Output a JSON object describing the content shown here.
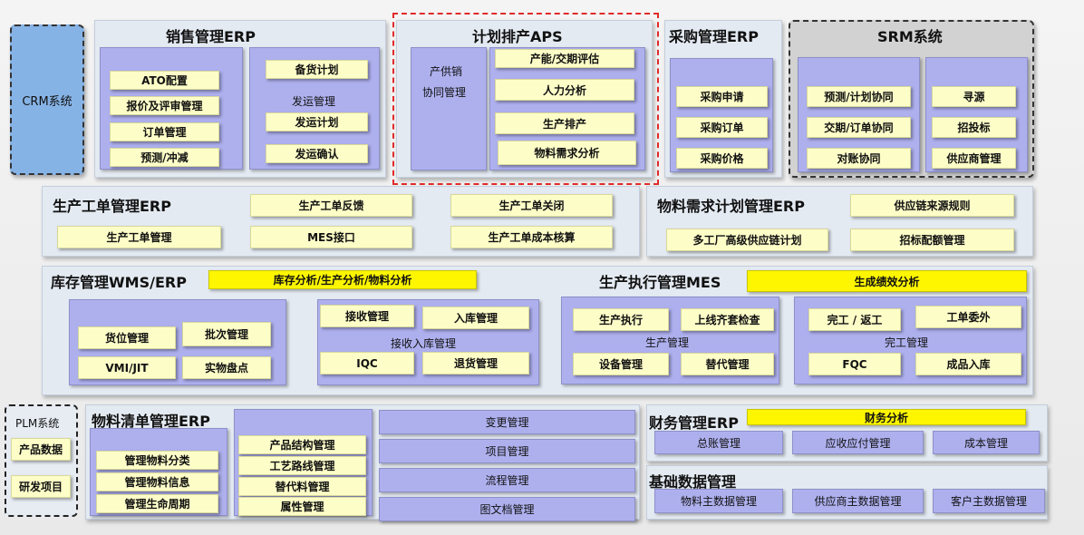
{
  "crm": {
    "label": "CRM系统"
  },
  "sales": {
    "title": "销售管理ERP",
    "items": [
      "ATO配置",
      "报价及评审管理",
      "订单管理",
      "预测/冲减"
    ],
    "ship_title": "发运管理",
    "ship_items": [
      "备货计划",
      "发运计划",
      "发运确认"
    ]
  },
  "aps": {
    "title": "计划排产APS",
    "left_line1": "产供销",
    "left_line2": "协同管理",
    "items": [
      "产能/交期评估",
      "人力分析",
      "生产排产",
      "物料需求分析"
    ]
  },
  "purchase": {
    "title": "采购管理ERP",
    "items": [
      "采购申请",
      "采购订单",
      "采购价格"
    ]
  },
  "srm": {
    "title": "SRM系统",
    "left_items": [
      "预测/计划协同",
      "交期/订单协同",
      "对账协同"
    ],
    "right_items": [
      "寻源",
      "招投标",
      "供应商管理"
    ]
  },
  "work_order": {
    "title": "生产工单管理ERP",
    "items": [
      "生产工单反馈",
      "生产工单关闭",
      "生产工单管理",
      "MES接口",
      "生产工单成本核算"
    ]
  },
  "mrp": {
    "title": "物料需求计划管理ERP",
    "items": [
      "供应链来源规则",
      "多工厂高级供应链计划",
      "招标配额管理"
    ]
  },
  "wms": {
    "title": "库存管理WMS/ERP",
    "bar": "库存分析/生产分析/物料分析",
    "loc_items": [
      "货位管理",
      "批次管理",
      "VMI/JIT",
      "实物盘点"
    ],
    "receive_title": "接收入库管理",
    "receive_items": [
      "接收管理",
      "入库管理",
      "IQC",
      "退货管理"
    ]
  },
  "mes": {
    "title": "生产执行管理MES",
    "bar": "生成绩效分析",
    "prod_title": "生产管理",
    "prod_items": [
      "生产执行",
      "上线齐套检查",
      "设备管理",
      "替代管理"
    ],
    "done_title": "完工管理",
    "done_items": [
      "完工 / 返工",
      "工单委外",
      "FQC",
      "成品入库"
    ]
  },
  "plm": {
    "label": "PLM系统",
    "items": [
      "产品数据",
      "研发项目"
    ]
  },
  "bom": {
    "title": "物料清单管理ERP",
    "left_items": [
      "管理物料分类",
      "管理物料信息",
      "管理生命周期"
    ],
    "mid_items": [
      "产品结构管理",
      "工艺路线管理",
      "替代料管理",
      "属性管理"
    ],
    "right_items": [
      "变更管理",
      "项目管理",
      "流程管理",
      "图文档管理"
    ]
  },
  "finance": {
    "title": "财务管理ERP",
    "bar": "财务分析",
    "items": [
      "总账管理",
      "应收应付管理",
      "成本管理"
    ]
  },
  "base": {
    "title": "基础数据管理",
    "items": [
      "物料主数据管理",
      "供应商主数据管理",
      "客户主数据管理"
    ]
  }
}
